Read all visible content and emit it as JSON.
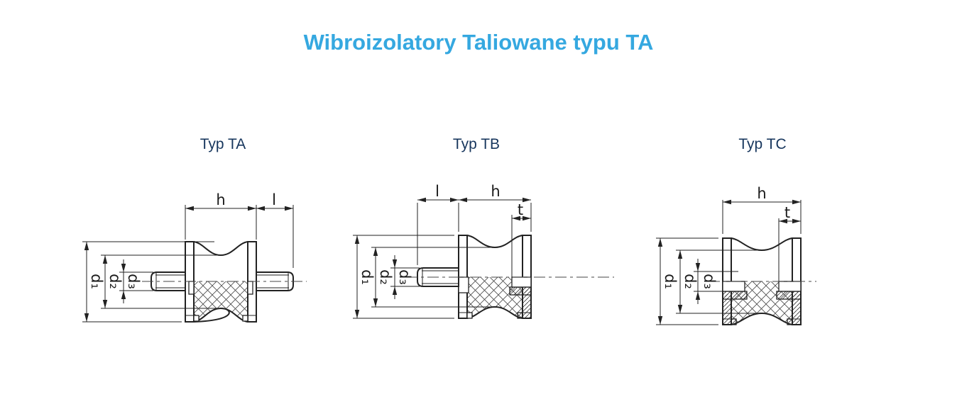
{
  "page": {
    "title": "Wibroizolatory Taliowane typu TA",
    "background_color": "#ffffff",
    "title_color": "#35a8e0",
    "type_label_color": "#17365d",
    "drawing_line_color": "#222222"
  },
  "diagrams": [
    {
      "id": "typ-ta",
      "label": "Typ TA",
      "dims": {
        "h": "h",
        "l": "l",
        "d1": "d₁",
        "d2": "d₂",
        "d3": "d₃"
      }
    },
    {
      "id": "typ-tb",
      "label": "Typ TB",
      "dims": {
        "h": "h",
        "l": "l",
        "t": "t",
        "d1": "d₁",
        "d2": "d₂",
        "d3": "d₃"
      }
    },
    {
      "id": "typ-tc",
      "label": "Typ TC",
      "dims": {
        "h": "h",
        "t": "t",
        "d1": "d₁",
        "d2": "d₂",
        "d3": "d₃"
      }
    }
  ]
}
